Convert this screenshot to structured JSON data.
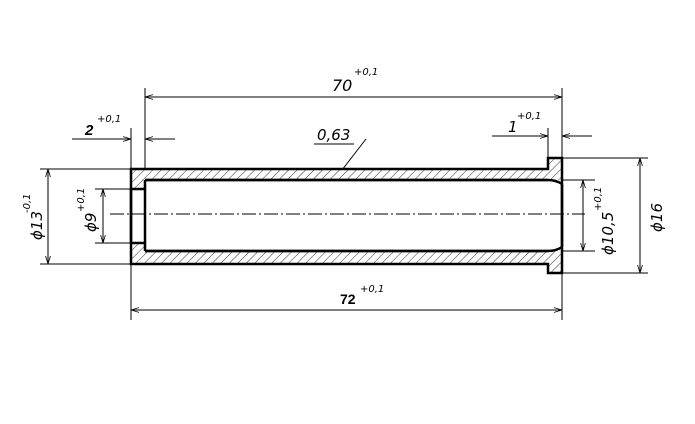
{
  "drawing": {
    "dimensions": {
      "total_length": {
        "value": "72",
        "tolerance": "+0,1"
      },
      "inner_length": {
        "value": "70",
        "tolerance": "+0,1"
      },
      "left_step": {
        "value": "2",
        "tolerance": "+0,1"
      },
      "right_step": {
        "value": "1",
        "tolerance": "+0,1"
      },
      "outer_diameter_left": {
        "value": "ϕ13",
        "tolerance": "-0,1"
      },
      "bore_diameter_left": {
        "value": "ϕ9",
        "tolerance": "+0,1"
      },
      "bore_diameter_right": {
        "value": "ϕ10,5",
        "tolerance": "+0,1"
      },
      "flange_diameter": {
        "value": "ϕ16"
      }
    },
    "wall_thickness": {
      "value": "0,63"
    }
  }
}
